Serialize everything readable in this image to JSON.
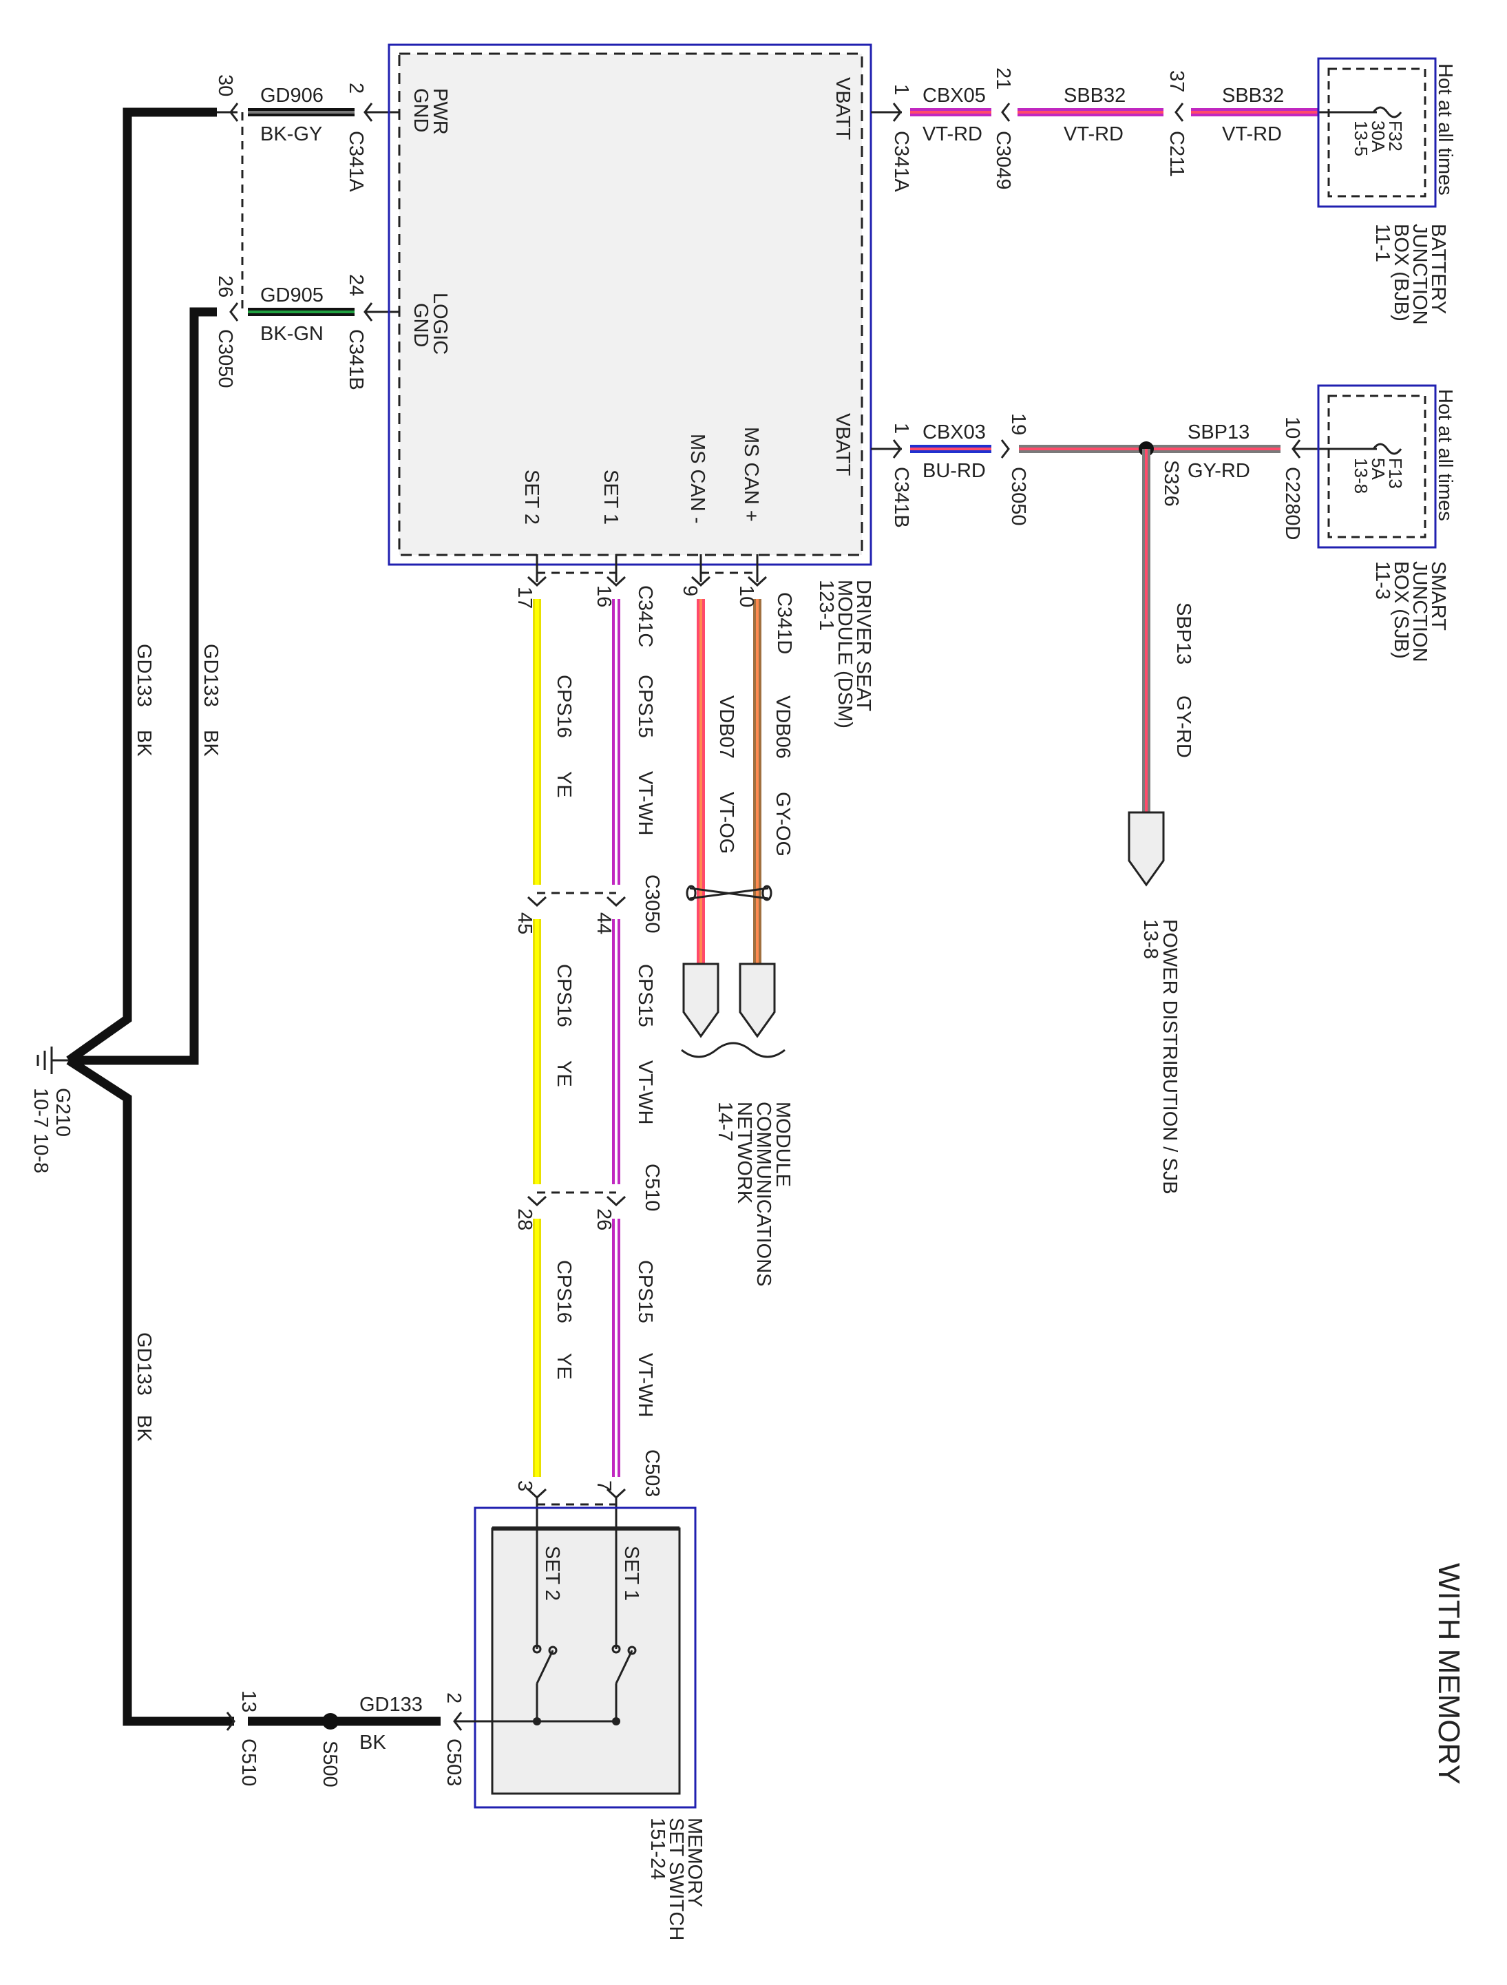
{
  "title": "WITH MEMORY",
  "colors": {
    "bk": "#111111",
    "vt": "#c028c0",
    "rd": "#ff4a6a",
    "gy": "#7a7a7a",
    "gn": "#20a040",
    "bu": "#2030d0",
    "wh": "#ffffff",
    "ye": "#ffff00",
    "og": "#ff8a50",
    "box_border": "#2020b0"
  },
  "modules": {
    "dsm": {
      "name_lines": [
        "DRIVER SEAT",
        "MODULE (DSM)",
        "123-1"
      ],
      "pins": {
        "pwr_gnd": [
          "PWR",
          "GND"
        ],
        "logic_gnd": [
          "LOGIC",
          "GND"
        ],
        "vbatt_top": "VBATT",
        "vbatt_bottom": "VBATT",
        "ms_can_plus": "MS CAN +",
        "ms_can_minus": "MS CAN -",
        "set1": "SET 1",
        "set2": "SET 2"
      }
    },
    "bjb": {
      "name_lines": [
        "BATTERY",
        "JUNCTION",
        "BOX (BJB)",
        "11-1"
      ],
      "hot": "Hot at all times",
      "fuse_lines": [
        "F32",
        "30A",
        "13-5"
      ]
    },
    "sjb": {
      "name_lines": [
        "SMART",
        "JUNCTION",
        "BOX (SJB)",
        "11-3"
      ],
      "hot": "Hot at all times",
      "fuse_lines": [
        "F13",
        "5A",
        "13-8"
      ]
    },
    "memory_switch": {
      "name_lines": [
        "MEMORY",
        "SET SWITCH",
        "151-24"
      ],
      "set1": "SET 1",
      "set2": "SET 2"
    }
  },
  "wires": {
    "gd906": {
      "circuit": "GD906",
      "color": "BK-GY",
      "pin_left": "30",
      "pin_right": "2",
      "connector": "C341A"
    },
    "gd905": {
      "circuit": "GD905",
      "color": "BK-GN",
      "pin_left": "26",
      "pin_right": "24",
      "connector_left": "C3050",
      "connector_right": "C341B"
    },
    "cbx05": {
      "circuit": "CBX05",
      "color": "VT-RD",
      "pin": "1",
      "connector": "C341A"
    },
    "sbb32_a": {
      "circuit": "SBB32",
      "color": "VT-RD",
      "pin": "21",
      "connector": "C3049"
    },
    "sbb32_b": {
      "circuit": "SBB32",
      "color": "VT-RD",
      "pin": "37",
      "connector": "C211"
    },
    "cbx03": {
      "circuit": "CBX03",
      "color": "BU-RD",
      "pin": "1",
      "connector": "C341B"
    },
    "sbp13_mid": {
      "pin": "19",
      "connector": "C3050"
    },
    "sbp13": {
      "circuit": "SBP13",
      "color": "GY-RD",
      "pin": "10",
      "connector": "C2280D"
    },
    "splice_s326": "S326",
    "sbp13_vertical": {
      "circuit": "SBP13",
      "color": "GY-RD"
    },
    "power_dist": [
      "POWER DISTRIBUTION / SJB",
      "13-8"
    ],
    "vdb06": {
      "circuit": "VDB06",
      "color": "GY-OG",
      "pin": "10",
      "connector": "C341D"
    },
    "vdb07": {
      "circuit": "VDB07",
      "color": "VT-OG",
      "pin": "9"
    },
    "module_comm": [
      "MODULE",
      "COMMUNICATIONS",
      "NETWORK",
      "14-7"
    ],
    "cps15": {
      "circuit": "CPS15",
      "color": "VT-WH",
      "pins": [
        "16",
        "44",
        "26",
        "7"
      ],
      "connectors": [
        "C341C",
        "C3050",
        "C510",
        "C503"
      ]
    },
    "cps16": {
      "circuit": "CPS16",
      "color": "YE",
      "pins": [
        "17",
        "45",
        "28",
        "3"
      ]
    },
    "gd133_a": {
      "circuit": "GD133",
      "color": "BK"
    },
    "gd133_b": {
      "circuit": "GD133",
      "color": "BK"
    },
    "gd133_c": {
      "circuit": "GD133",
      "color": "BK"
    },
    "gd133_switch": {
      "circuit": "GD133",
      "color": "BK",
      "pin_left": "13",
      "connector_left": "C510",
      "pin_right": "2",
      "connector_right": "C503"
    },
    "splice_s500": "S500",
    "ground_g210": [
      "G210",
      "10-7   10-8"
    ]
  }
}
